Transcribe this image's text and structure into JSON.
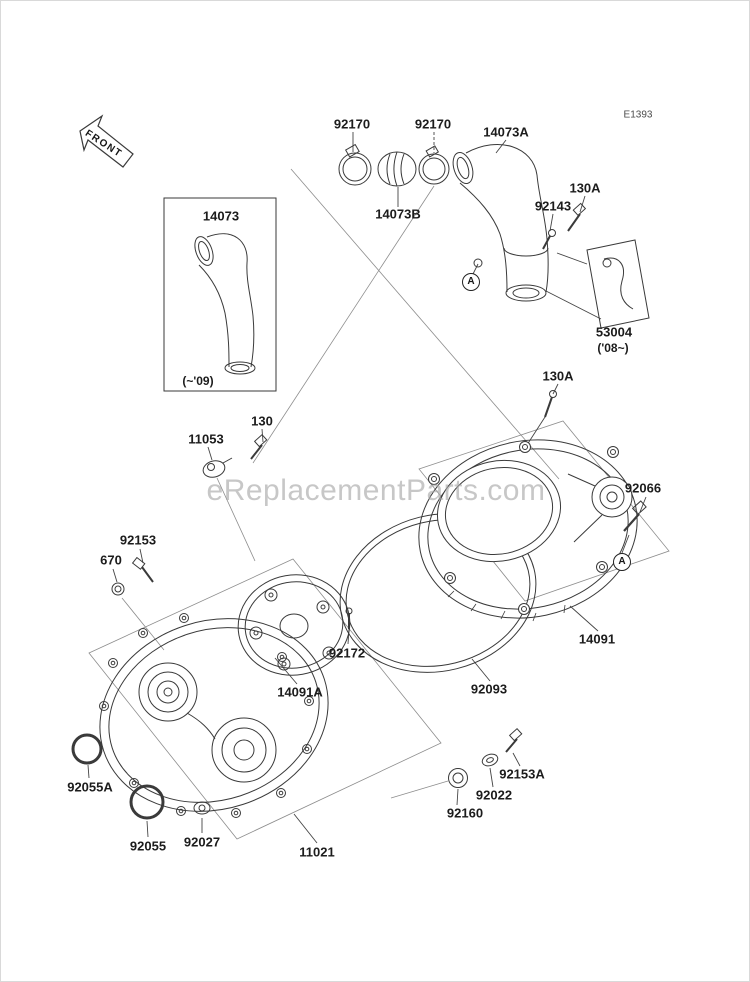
{
  "diagram": {
    "code": "E1393",
    "front_label": "FRONT",
    "watermark": "eReplacementParts.com",
    "marker_a": "A",
    "parts": {
      "p92170_left": "92170",
      "p92170_right": "92170",
      "p14073A": "14073A",
      "p14073B": "14073B",
      "p92143": "92143",
      "p130A_top": "130A",
      "p14073": "14073",
      "note_09": "(~'09)",
      "p53004": "53004",
      "note_08": "('08~)",
      "p130A_mid": "130A",
      "p130": "130",
      "p11053": "11053",
      "p92066": "92066",
      "p92153": "92153",
      "p670": "670",
      "p92172": "92172",
      "p14091A": "14091A",
      "p92093": "92093",
      "p14091": "14091",
      "p92055A": "92055A",
      "p92055": "92055",
      "p92027": "92027",
      "p11021": "11021",
      "p92160": "92160",
      "p92022": "92022",
      "p92153A": "92153A"
    }
  }
}
